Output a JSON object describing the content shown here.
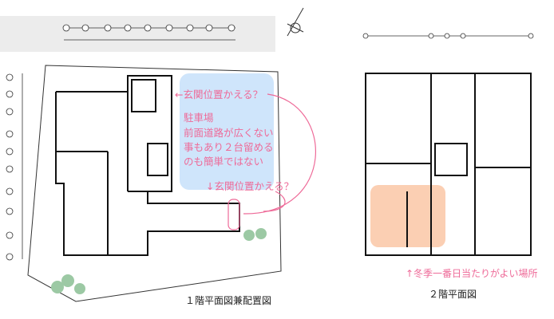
{
  "annotations": {
    "entrance_top": "←玄関位置かえる？",
    "parking_title": "駐車場",
    "parking_line1": "前面道路が広くない",
    "parking_line2": "事もあり２台留める",
    "parking_line3": "のも簡単ではない",
    "entrance_bottom": "↓玄関位置かえる？",
    "sunny_spot": "↑冬季一番日当たりがよい場所"
  },
  "captions": {
    "floor1": "１階平面図兼配置図",
    "floor2": "２階平面図"
  },
  "colors": {
    "note": "#ee6a98",
    "parking_zone": "#cfe5fb",
    "sunny_zone": "#fbcfb3",
    "road": "#ececec",
    "tree": "#9cc9a4"
  }
}
